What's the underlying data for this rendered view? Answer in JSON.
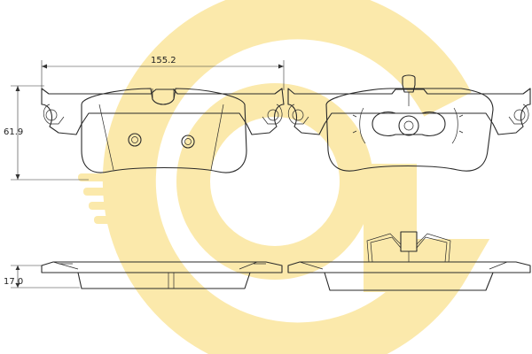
{
  "drawing": {
    "dimension_width": "155.2",
    "dimension_height": "61.9",
    "dimension_thickness": "17.0"
  },
  "colors": {
    "watermark": "#fbe7a3",
    "pad_fill": "#fde7ad",
    "pad_fill_light": "#fff3d2",
    "line": "#2a2a2a"
  }
}
